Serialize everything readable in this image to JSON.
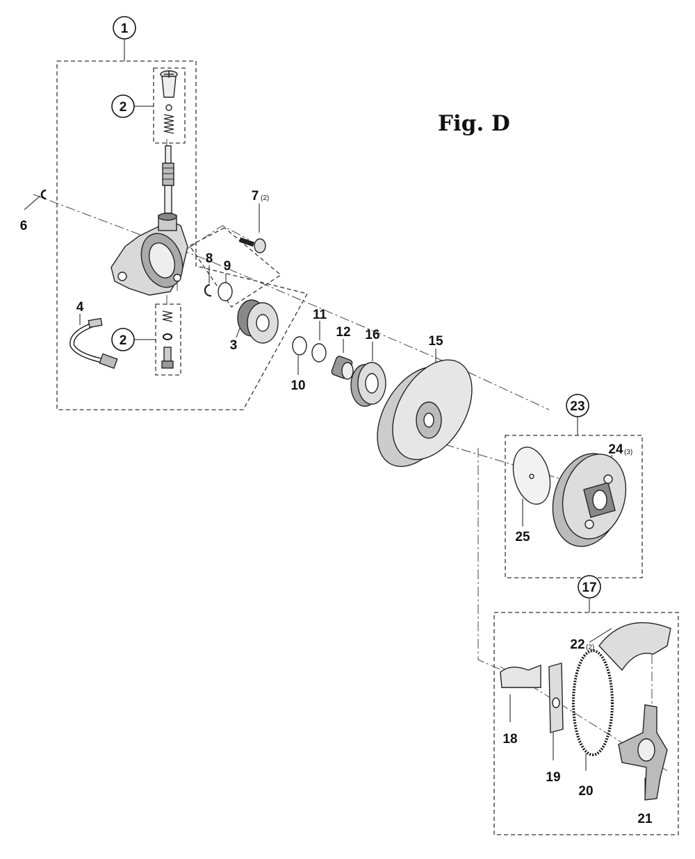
{
  "figure_title": "Fig. D",
  "labels": {
    "l1": "1",
    "l2a": "2",
    "l2b": "2",
    "l3": "3",
    "l4": "4",
    "l6": "6",
    "l7": "7",
    "l7q": "(2)",
    "l8": "8",
    "l9": "9",
    "l10": "10",
    "l11": "11",
    "l12": "12",
    "l15": "15",
    "l16": "16",
    "l17": "17",
    "l18": "18",
    "l19": "19",
    "l20": "20",
    "l21": "21",
    "l22": "22",
    "l22q": "(2)",
    "l23": "23",
    "l24": "24",
    "l24q": "(3)",
    "l25": "25"
  }
}
